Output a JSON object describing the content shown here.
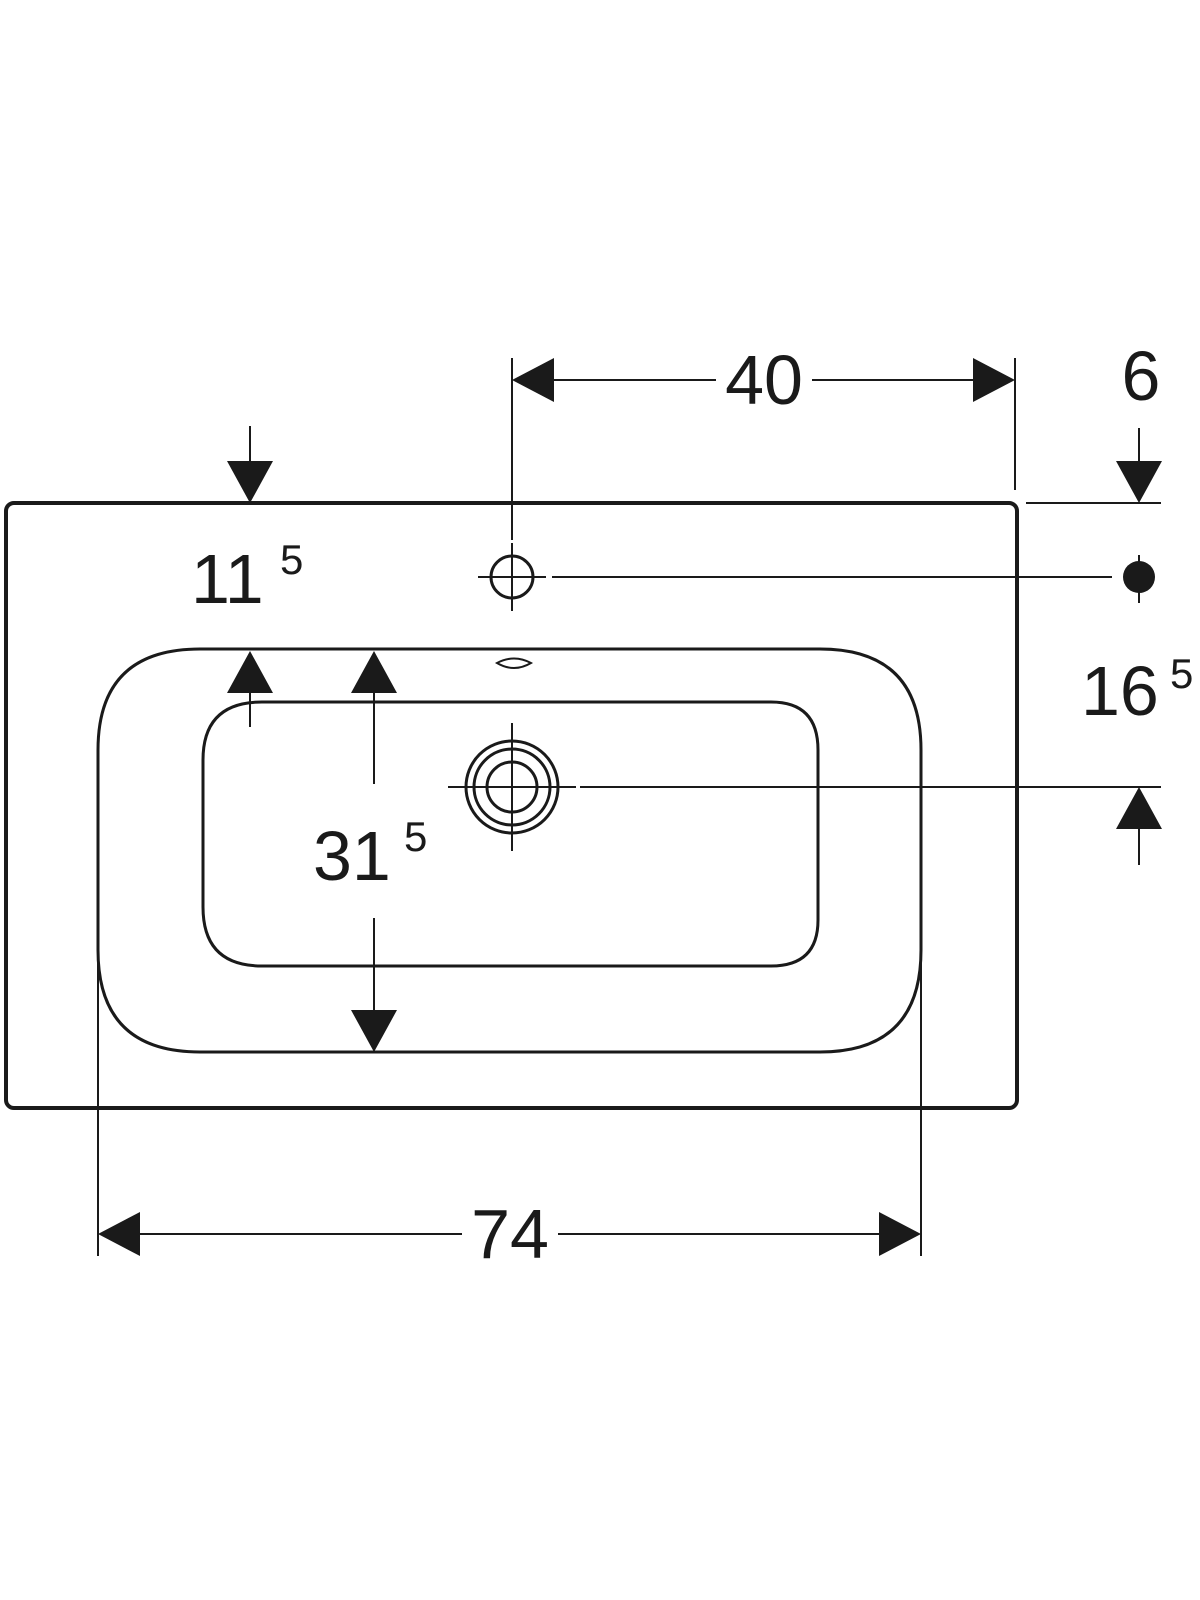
{
  "dimensions": {
    "tap_hole_from_right": {
      "value": "40"
    },
    "top_offset": {
      "value": "6"
    },
    "left_rim": {
      "value": "11",
      "sup": "5"
    },
    "side_offset": {
      "value": "16",
      "sup": "5"
    },
    "bowl_depth": {
      "value": "31",
      "sup": "5"
    },
    "bowl_width": {
      "value": "74"
    }
  }
}
